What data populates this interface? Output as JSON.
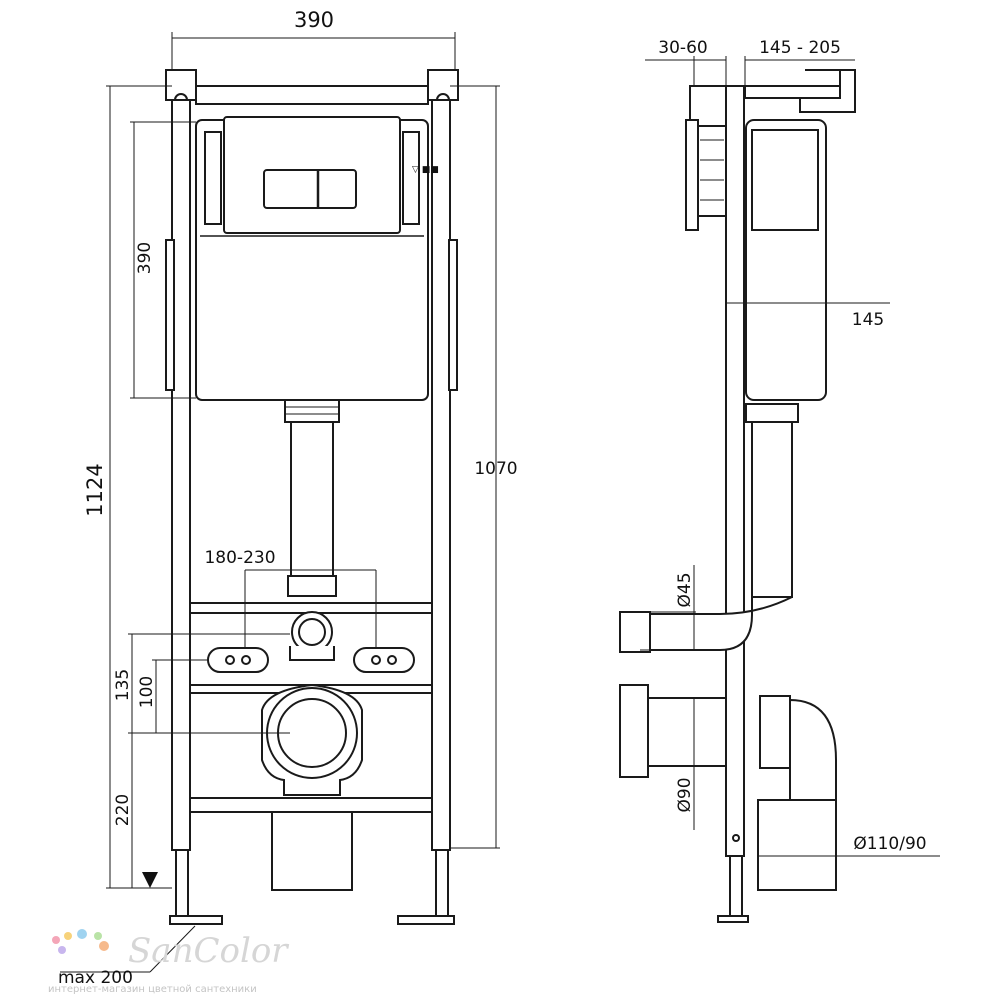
{
  "front_view": {
    "width_top": "390",
    "tank_height": "390",
    "total_height": "1124",
    "frame_height": "1070",
    "bolt_spacing": "180-230",
    "dim_135": "135",
    "dim_100": "100",
    "dim_220": "220",
    "foot_extension": "max 200"
  },
  "side_view": {
    "wall_thickness": "30-60",
    "depth_range": "145 - 205",
    "tank_depth": "145",
    "pipe_45": "Ø45",
    "pipe_90": "Ø90",
    "drain": "Ø110/90"
  },
  "watermark": {
    "brand": "SanColor",
    "tagline": "интернет-магазин цветной сантехники",
    "dot_colors": [
      "#f4a6b8",
      "#f7d27a",
      "#9fd3f0",
      "#b9e3a6",
      "#c8b6ee",
      "#f6b98b"
    ]
  }
}
